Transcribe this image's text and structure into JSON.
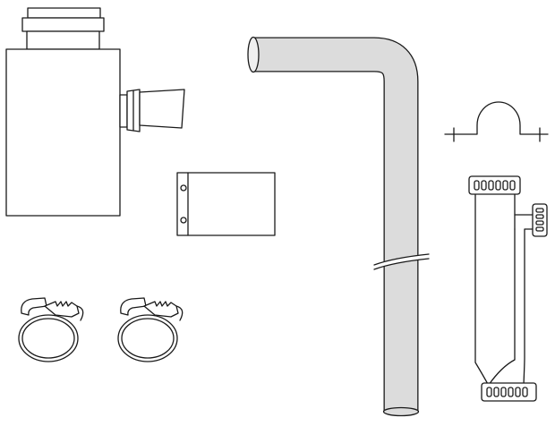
{
  "diagram": {
    "parts": [
      {
        "name": "adapter-housing"
      },
      {
        "name": "access-cover-plate"
      },
      {
        "name": "drain-hose"
      },
      {
        "name": "pipe-bracket"
      },
      {
        "name": "condensate-trap"
      },
      {
        "name": "hose-clip-left"
      },
      {
        "name": "hose-clip-right"
      }
    ],
    "colors": {
      "line": "#1a1a1a",
      "hose_fill": "#dcdcdc",
      "background": "#ffffff"
    }
  }
}
